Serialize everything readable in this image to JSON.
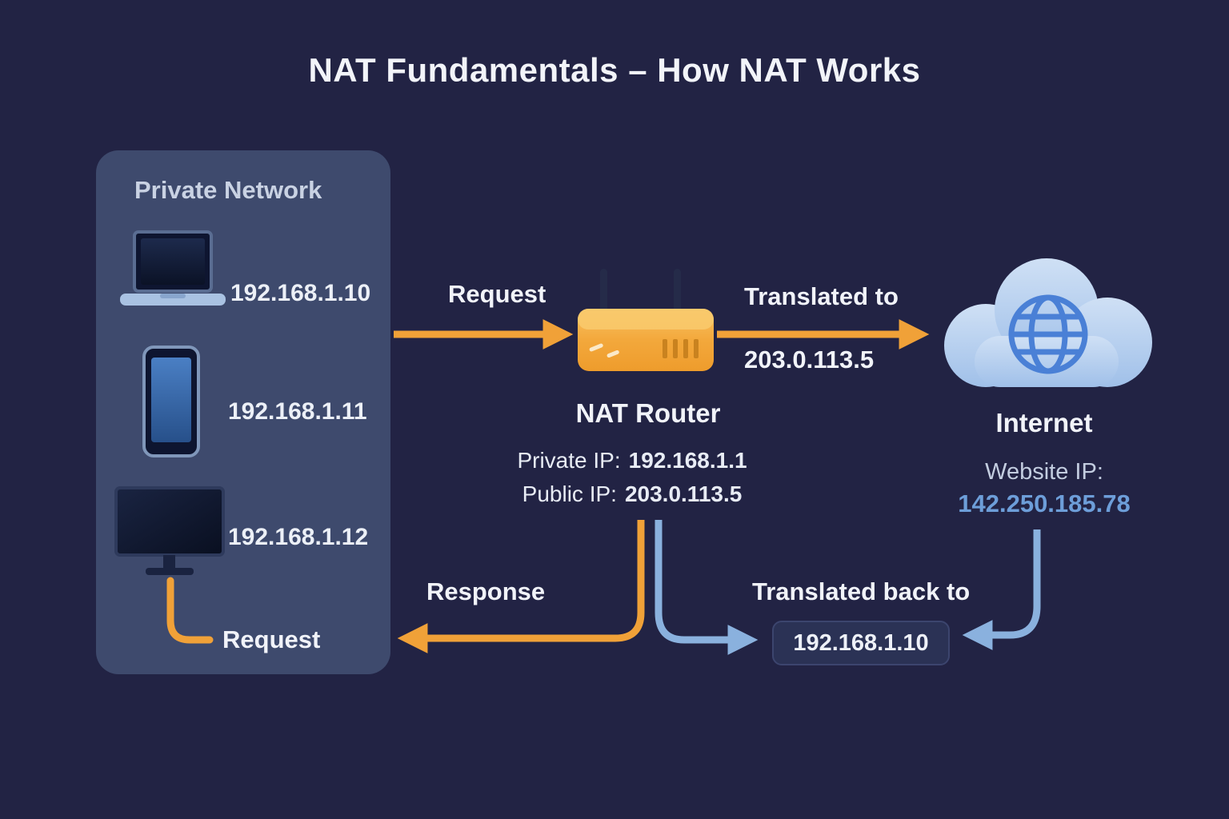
{
  "title": "NAT Fundamentals – How NAT Works",
  "colors": {
    "background": "#222344",
    "panel": "#3e4a6d",
    "orange_arrow": "#f0a138",
    "blue_arrow": "#8ab1de",
    "blue_ip_text": "#6d9ed9",
    "router_orange": "#f2a437",
    "cloud_blue": "#b9cfee"
  },
  "private_network": {
    "label": "Private Network",
    "devices": [
      {
        "icon": "laptop-icon",
        "ip": "192.168.1.10"
      },
      {
        "icon": "phone-icon",
        "ip": "192.168.1.11"
      },
      {
        "icon": "monitor-icon",
        "ip": "192.168.1.12"
      }
    ],
    "request_label": "Request"
  },
  "flows": {
    "request_label": "Request",
    "translated_to_label": "Translated to",
    "translated_to_ip": "203.0.113.5",
    "response_label": "Response",
    "translated_back_label": "Translated back to",
    "translated_back_ip": "192.168.1.10"
  },
  "router": {
    "label": "NAT Router",
    "private_ip_label": "Private IP:",
    "private_ip": "192.168.1.1",
    "public_ip_label": "Public IP:",
    "public_ip": "203.0.113.5"
  },
  "internet": {
    "label": "Internet",
    "website_ip_label": "Website IP:",
    "website_ip": "142.250.185.78"
  }
}
